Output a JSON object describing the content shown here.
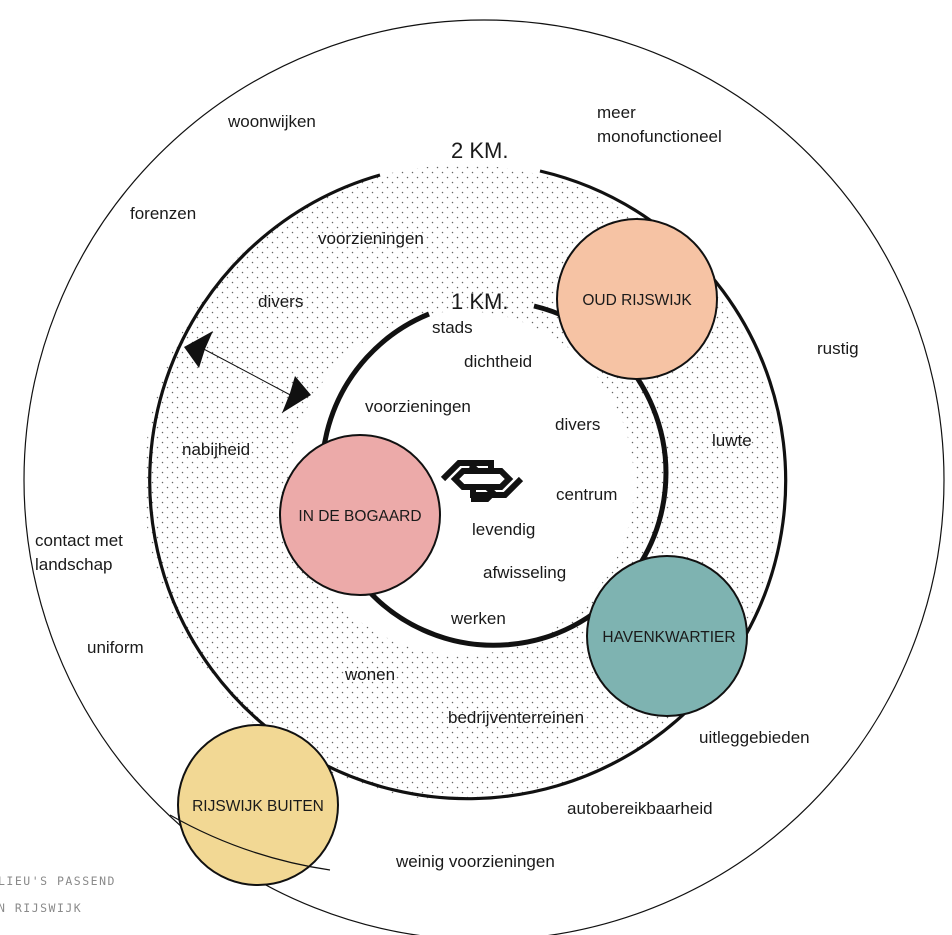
{
  "labels": {
    "ring_2km": "2 KM.",
    "ring_1km": "1 KM."
  },
  "nodes": {
    "oud_rijswijk": {
      "label": "OUD RIJSWIJK",
      "color": "#f6c3a4"
    },
    "in_de_bogaard": {
      "label": "IN DE BOGAARD",
      "color": "#ecaaa9"
    },
    "havenkwartier": {
      "label": "HAVENKWARTIER",
      "color": "#7eb3b1"
    },
    "rijswijk_buiten": {
      "label": "RIJSWIJK BUITEN",
      "color": "#f2d894"
    }
  },
  "outer_zone": {
    "woonwijken": "woonwijken",
    "meer": "meer",
    "monofunctioneel": "monofunctioneel",
    "forenzen": "forenzen",
    "rustig": "rustig",
    "contact_met": "contact met",
    "landschap": "landschap",
    "uniform": "uniform",
    "uitleggebieden": "uitleggebieden",
    "autobereikbaarheid": "autobereikbaarheid",
    "weinig_voorzieningen": "weinig voorzieningen"
  },
  "middle_zone": {
    "voorzieningen": "voorzieningen",
    "divers": "divers",
    "nabijheid": "nabijheid",
    "luwte": "luwte",
    "wonen": "wonen",
    "bedrijventerreinen": "bedrijventerreinen"
  },
  "inner_zone": {
    "stads": "stads",
    "dichtheid": "dichtheid",
    "voorzieningen": "voorzieningen",
    "divers": "divers",
    "centrum": "centrum",
    "levendig": "levendig",
    "afwisseling": "afwisseling",
    "werken": "werken"
  },
  "caption": {
    "line1": "LIEU'S PASSEND",
    "line2": "N RIJSWIJK"
  },
  "colors": {
    "stroke": "#111111",
    "dot": "#555555"
  },
  "icons": {
    "station": "ns-logo-icon"
  }
}
